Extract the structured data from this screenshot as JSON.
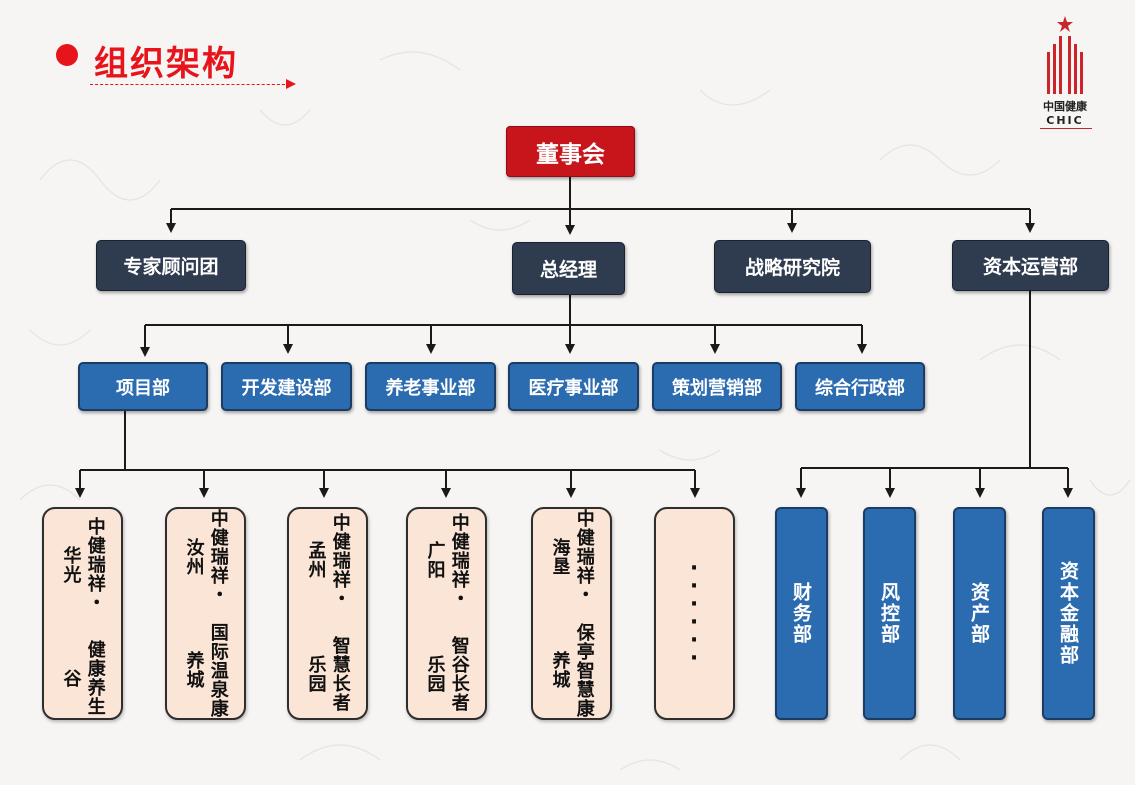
{
  "header": {
    "title": "组织架构"
  },
  "logo": {
    "text_cn": "中国健康",
    "text_en": "CHIC"
  },
  "org": {
    "root": "董事会",
    "level1": [
      "专家顾问团",
      "总经理",
      "战略研究院",
      "资本运营部"
    ],
    "departments": [
      "项目部",
      "开发建设部",
      "养老事业部",
      "医疗事业部",
      "策划营销部",
      "综合行政部"
    ],
    "projects": [
      {
        "col1": "中健瑞祥・华光",
        "col2": "健康养生谷"
      },
      {
        "col1": "中健瑞祥・汝州",
        "col2": "国际温泉康养城"
      },
      {
        "col1": "中健瑞祥・孟州",
        "col2": "智慧长者乐园"
      },
      {
        "col1": "中健瑞祥・广阳",
        "col2": "智谷长者乐园"
      },
      {
        "col1": "中健瑞祥・海垦",
        "col2": "保亭智慧康养城"
      }
    ],
    "more": "······",
    "capital_units": [
      "财务部",
      "风控部",
      "资产部",
      "资本金融部"
    ]
  },
  "colors": {
    "accent_red": "#e8141b",
    "board_red": "#c8151b",
    "dark_navy": "#2f3b4f",
    "dept_blue": "#2b6bb0",
    "project_cream": "#fbe5d6"
  }
}
